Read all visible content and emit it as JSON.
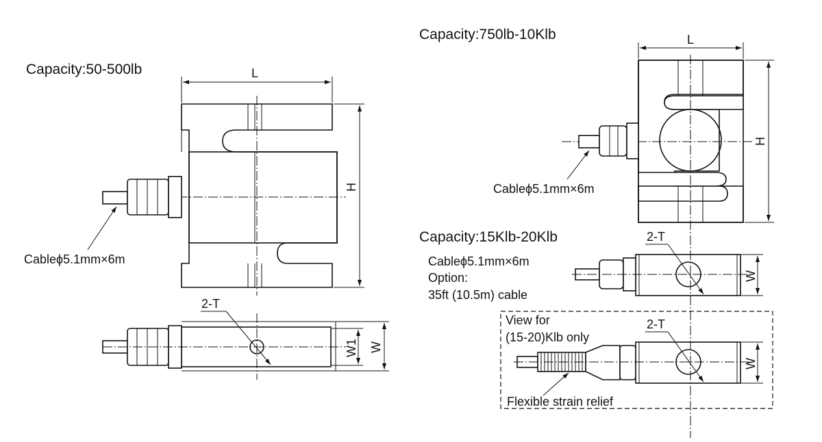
{
  "left_view": {
    "capacity": "Capacity:50-500lb",
    "dim_length": "L",
    "dim_height": "H",
    "cable": "Cableϕ5.1mm×6m",
    "hole_label": "2-T",
    "dim_w1": "W1",
    "dim_w": "W"
  },
  "right_top_view": {
    "capacity": "Capacity:750lb-10Klb",
    "dim_length": "L",
    "dim_height": "H",
    "cable": "Cableϕ5.1mm×6m"
  },
  "right_middle_view": {
    "capacity": "Capacity:15Klb-20Klb",
    "hole_label": "2-T",
    "cable": "Cableϕ5.1mm×6m",
    "option_line1": "Option:",
    "option_line2": "35ft (10.5m) cable",
    "dim_w": "W"
  },
  "strain_relief_view": {
    "title_line1": "View for",
    "title_line2": "(15-20)Klb only",
    "hole_label": "2-T",
    "dim_w": "W",
    "strain_relief": "Flexible strain relief"
  }
}
